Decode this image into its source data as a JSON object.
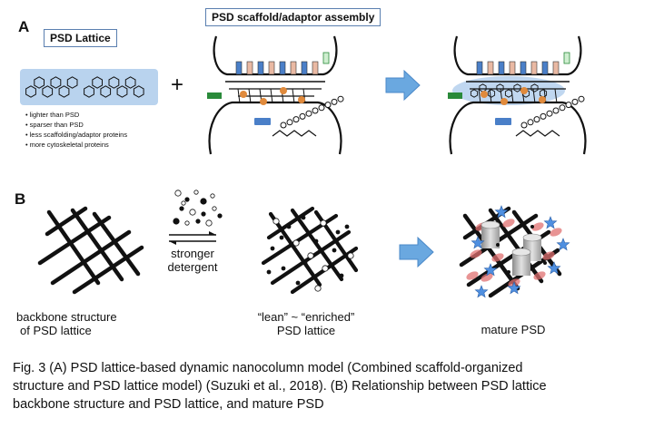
{
  "panel_a": {
    "letter": "A",
    "lattice_title": "PSD Lattice",
    "assembly_title": "PSD scaffold/adaptor assembly",
    "plus": "+",
    "bullets": [
      "lighter than PSD",
      "sparser than PSD",
      "less scaffolding/adaptor proteins",
      "more cytoskeletal proteins"
    ]
  },
  "panel_b": {
    "letter": "B",
    "detergent_label_1": "stronger",
    "detergent_label_2": "detergent",
    "backbone_label_1": "backbone structure",
    "backbone_label_2": "of PSD lattice",
    "lean_label_1": "“lean” ~ “enriched”",
    "lean_label_2": "PSD lattice",
    "mature_label": "mature PSD"
  },
  "caption": {
    "line1": "Fig. 3 (A) PSD lattice-based dynamic nanocolumn model  (Combined scaffold-organized",
    "line2": "structure and PSD lattice model) (Suzuki et al., 2018). (B) Relationship between PSD lattice",
    "line3": "backbone structure and PSD lattice, and mature PSD"
  },
  "colors": {
    "arrow": "#6aa8e0",
    "lattice_fill": "#b9d3ee",
    "receptor_blue": "#4a7fc8",
    "receptor_pink": "#e9b9a3",
    "dot_orange": "#e08a3c",
    "receptor_green": "#2a8a3a",
    "star": "#4f8fe0",
    "blob": "#e07070",
    "cylinder": "#bfbfbf"
  }
}
